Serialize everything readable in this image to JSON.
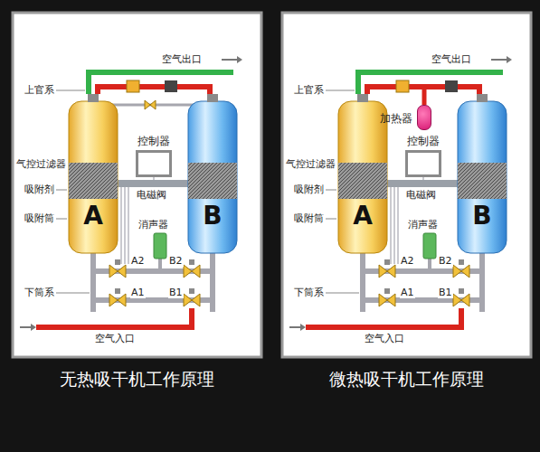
{
  "diagram": {
    "nodes": [
      {
        "text": [
          "无热吸干机工作原理"
        ]
      },
      {
        "text": [
          "A"
        ],
        "in": 0
      },
      {
        "text": [
          "B"
        ],
        "in": 0
      },
      {
        "text": [
          "控制器"
        ],
        "in": 0
      },
      {
        "text": [
          "微热吸干机工作原理"
        ]
      },
      {
        "text": [
          "A"
        ],
        "in": 4
      },
      {
        "text": [
          "B"
        ],
        "in": 4
      },
      {
        "text": [
          "加热器"
        ],
        "in": 4
      },
      {
        "text": [
          "控制器"
        ],
        "in": 4
      }
    ],
    "labels": [
      "空气出口",
      "上官系",
      "气控过滤器",
      "吸附剂",
      "吸附筒",
      "电磁阀",
      "消声器",
      "A2",
      "B2",
      "A1",
      "B1",
      "下筒系",
      "空气入口",
      "空气出口",
      "上官系",
      "气控过滤器",
      "吸附剂",
      "吸附筒",
      "电磁阀",
      "消声器",
      "A2",
      "B2",
      "A1",
      "B1",
      "下筒系",
      "空气入口"
    ]
  }
}
